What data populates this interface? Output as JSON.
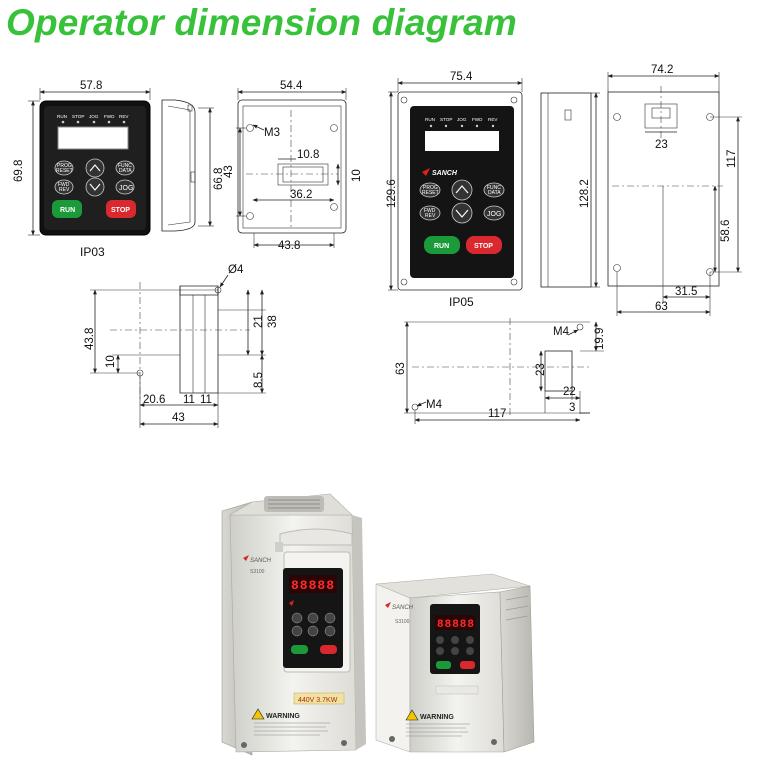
{
  "title": "Operator dimension diagram",
  "labels": {
    "ip03": "IP03",
    "ip05": "IP05"
  },
  "brand": "SANCH",
  "model": "S3100",
  "warning": "WARNING",
  "rating1": "440V 3.7KW",
  "keypad": {
    "leds": [
      "RUN",
      "STOP",
      "JOG",
      "FWD",
      "REV"
    ],
    "keys": [
      "PROG RESET",
      "FUNC DATA",
      "FWD REV",
      "JOG"
    ],
    "run": "RUN",
    "stop": "STOP"
  },
  "dims": {
    "a578": "57.8",
    "a698": "69.8",
    "a668": "66.8",
    "a544": "54.4",
    "m3": "M3",
    "a43": "43",
    "a108": "10.8",
    "a10": "10",
    "a362": "36.2",
    "a438": "43.8",
    "b754": "75.4",
    "b1296": "129.6",
    "b1282": "128.2",
    "c742": "74.2",
    "c23": "23",
    "c117": "117",
    "c586": "58.6",
    "c315": "31.5",
    "c63": "63",
    "d4": "Ø4",
    "d438": "43.8",
    "d21": "21",
    "d38": "38",
    "d10": "10",
    "d85": "8.5",
    "d206": "20.6",
    "d11a": "11",
    "d11b": "11",
    "d43": "43",
    "e63": "63",
    "em4a": "M4",
    "e199": "19.9",
    "e23": "23",
    "e22": "22",
    "e3": "3",
    "em4b": "M4",
    "e117": "117"
  }
}
